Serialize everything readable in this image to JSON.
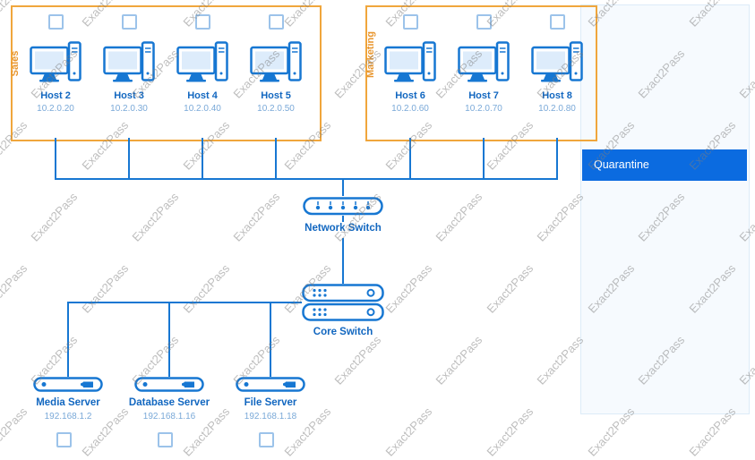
{
  "watermark": {
    "text": "Exact2Pass"
  },
  "colors": {
    "line_blue": "#1777d2",
    "label_blue": "#1267c0",
    "ip_blue": "#7aa9d8",
    "group_border_orange": "#f0a63c",
    "group_label_orange": "#e8962e",
    "quarantine_bg": "#0b6be0",
    "quarantine_text": "#ffffff"
  },
  "icons": {
    "host": "computer-icon",
    "network_switch": "network-switch-icon",
    "core_switch": "core-switch-icon",
    "server": "server-icon",
    "checkbox": "checkbox"
  },
  "groups": [
    {
      "label": "Sales",
      "hosts": [
        {
          "name": "Host 2",
          "ip": "10.2.0.20"
        },
        {
          "name": "Host 3",
          "ip": "10.2.0.30"
        },
        {
          "name": "Host 4",
          "ip": "10.2.0.40"
        },
        {
          "name": "Host 5",
          "ip": "10.2.0.50"
        }
      ]
    },
    {
      "label": "Marketing",
      "hosts": [
        {
          "name": "Host 6",
          "ip": "10.2.0.60"
        },
        {
          "name": "Host 7",
          "ip": "10.2.0.70"
        },
        {
          "name": "Host 8",
          "ip": "10.2.0.80"
        }
      ]
    }
  ],
  "network_switch": {
    "label": "Network Switch"
  },
  "core_switch": {
    "label": "Core Switch"
  },
  "servers": [
    {
      "name": "Media Server",
      "ip": "192.168.1.2"
    },
    {
      "name": "Database Server",
      "ip": "192.168.1.16"
    },
    {
      "name": "File Server",
      "ip": "192.168.1.18"
    }
  ],
  "quarantine": {
    "label": "Quarantine"
  }
}
